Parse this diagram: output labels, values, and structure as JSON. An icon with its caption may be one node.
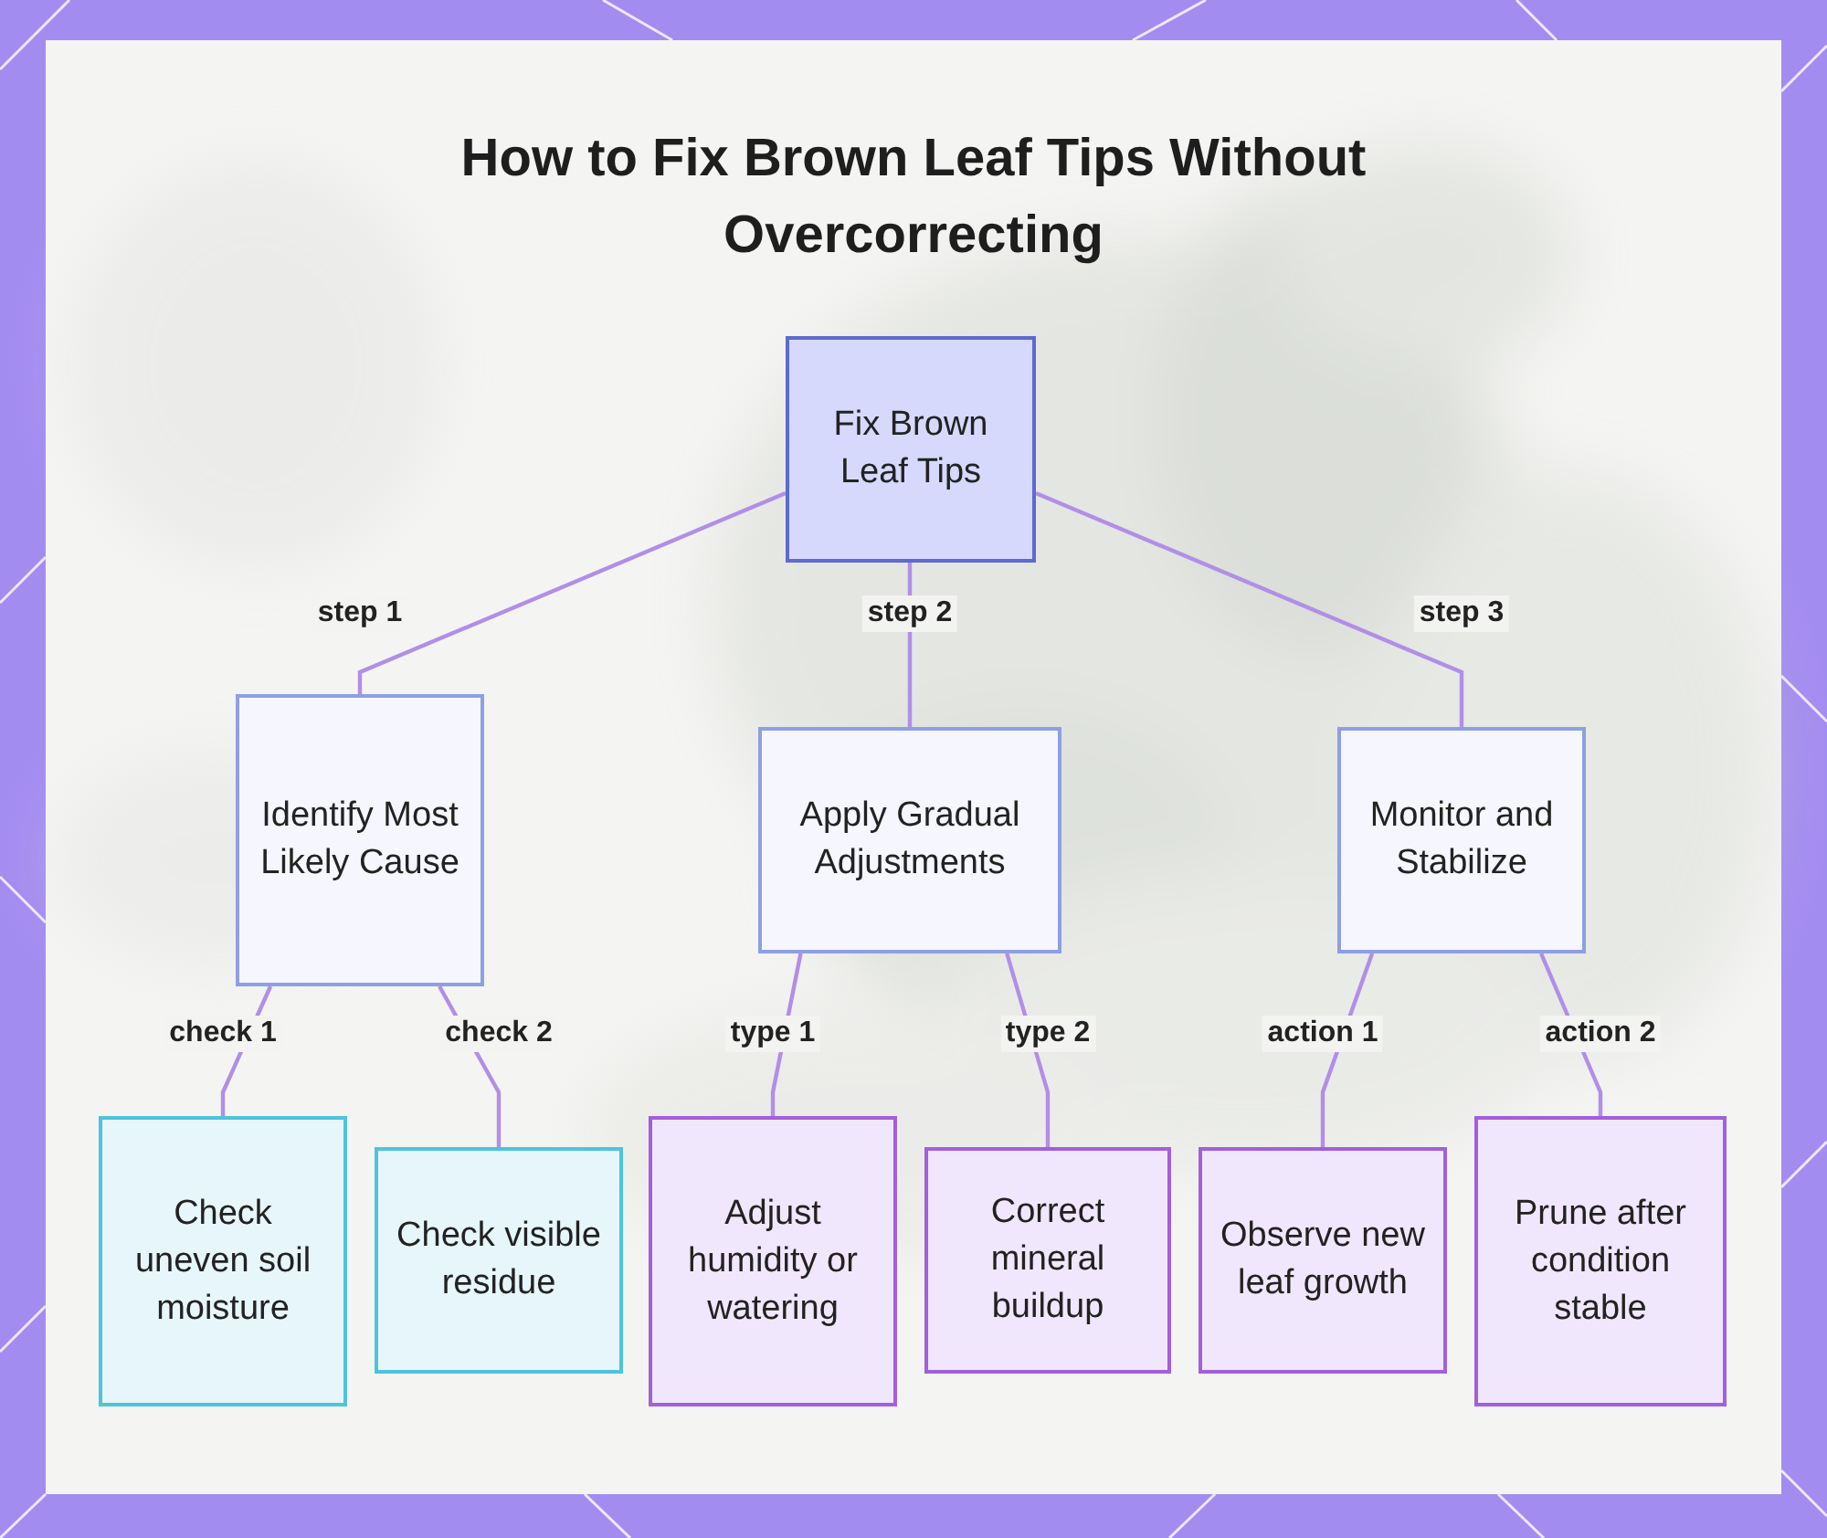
{
  "diagram": {
    "title": "How to Fix Brown Leaf Tips Without Overcorrecting",
    "nodes": [
      {
        "text": [
          "Fix Brown Leaf Tips"
        ]
      },
      {
        "text": [
          "Identify Most Likely Cause"
        ]
      },
      {
        "text": [
          "Apply Gradual Adjustments"
        ]
      },
      {
        "text": [
          "Monitor and Stabilize"
        ]
      },
      {
        "text": [
          "Check uneven soil moisture"
        ]
      },
      {
        "text": [
          "Check visible residue"
        ]
      },
      {
        "text": [
          "Adjust humidity or watering"
        ]
      },
      {
        "text": [
          "Correct mineral buildup"
        ]
      },
      {
        "text": [
          "Observe new leaf growth"
        ]
      },
      {
        "text": [
          "Prune after condition stable"
        ]
      }
    ],
    "edges": [
      {
        "from": 0,
        "to": 1,
        "arrow": "none",
        "label": "step 1"
      },
      {
        "from": 0,
        "to": 2,
        "arrow": "none",
        "label": "step 2"
      },
      {
        "from": 0,
        "to": 3,
        "arrow": "none",
        "label": "step 3"
      },
      {
        "from": 1,
        "to": 4,
        "arrow": "none",
        "label": "check 1"
      },
      {
        "from": 1,
        "to": 5,
        "arrow": "none",
        "label": "check 2"
      },
      {
        "from": 2,
        "to": 6,
        "arrow": "none",
        "label": "type 1"
      },
      {
        "from": 2,
        "to": 7,
        "arrow": "none",
        "label": "type 2"
      },
      {
        "from": 3,
        "to": 8,
        "arrow": "none",
        "label": "action 1"
      },
      {
        "from": 3,
        "to": 9,
        "arrow": "none",
        "label": "action 2"
      }
    ]
  }
}
